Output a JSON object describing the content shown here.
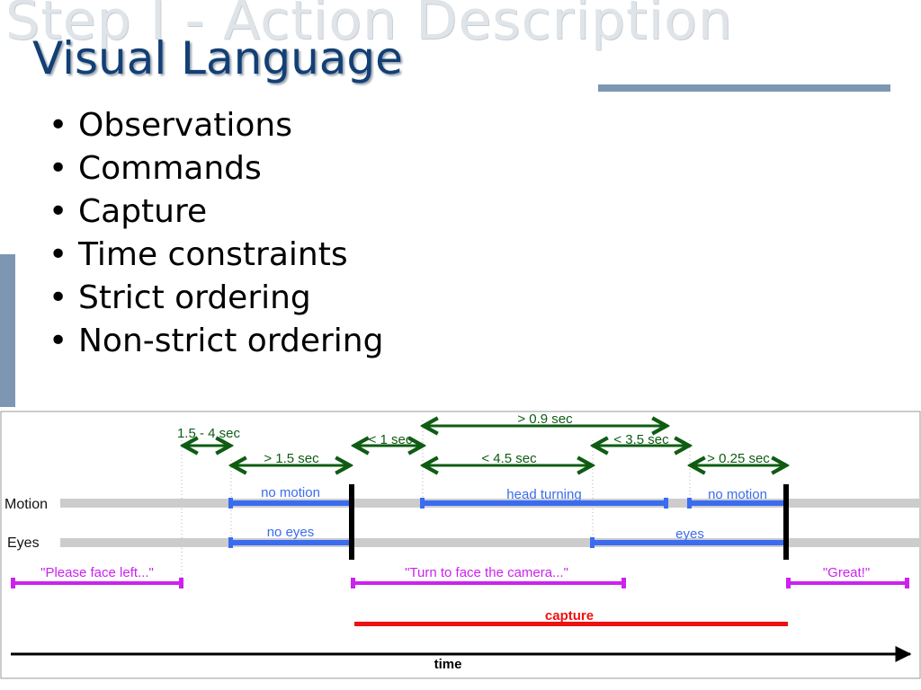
{
  "slide": {
    "ghost_title": "Step I - Action Description",
    "title": "Visual Language",
    "bullets": [
      "Observations",
      "Commands",
      "Capture",
      "Time constraints",
      "Strict ordering",
      "Non-strict ordering"
    ]
  },
  "diagram": {
    "row_labels": {
      "motion": "Motion",
      "eyes": "Eyes"
    },
    "constraints": [
      "1.5 - 4 sec",
      "> 1.5 sec",
      "< 1 sec",
      "> 0.9 sec",
      "< 4.5 sec",
      "< 3.5 sec",
      "> 0.25 sec"
    ],
    "observations": [
      "no motion",
      "no eyes",
      "head turning",
      "no motion",
      "eyes"
    ],
    "commands": [
      "\"Please face left...\"",
      "\"Turn to face the camera...\"",
      "\"Great!\""
    ],
    "capture_label": "capture",
    "time_label": "time",
    "colors": {
      "constraint": "#0e5c12",
      "observation": "#3a6cf0",
      "command": "#cc22ee",
      "capture": "#ee1111",
      "track": "#cccccc"
    }
  }
}
